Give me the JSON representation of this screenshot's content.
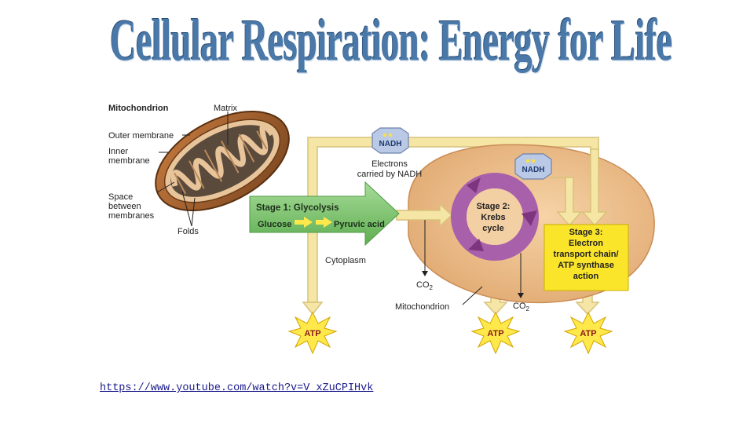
{
  "title": "Cellular Respiration: Energy for Life",
  "mito": {
    "header": "Mitochondrion",
    "matrix": "Matrix",
    "outer": "Outer membrane",
    "inner_1": "Inner",
    "inner_2": "membrane",
    "space_1": "Space",
    "space_2": "between",
    "space_3": "membranes",
    "folds": "Folds"
  },
  "nadh": "NADH",
  "electrons_1": "Electrons",
  "electrons_2": "carried by NADH",
  "stage1": {
    "title": "Stage 1: Glycolysis",
    "input": "Glucose",
    "output": "Pyruvic acid"
  },
  "cytoplasm": "Cytoplasm",
  "stage2": {
    "l1": "Stage 2:",
    "l2": "Krebs",
    "l3": "cycle"
  },
  "stage3": {
    "l1": "Stage 3:",
    "l2": "Electron",
    "l3": "transport chain/",
    "l4": "ATP synthase",
    "l5": "action"
  },
  "co2": "CO",
  "co2_sub": "2",
  "mitochondrion_label": "Mitochondrion",
  "atp": "ATP",
  "colors": {
    "title": "#4a78a8",
    "arrow": "#f5e6a6",
    "arrow_edge": "#d8c27a",
    "mito": "#e8b887",
    "stage1": "#79c26e",
    "krebs": "#9b4f9e",
    "stage3": "#fbe52b",
    "atp": "#ffe94a"
  },
  "link": "https://www.youtube.com/watch?v=V_xZuCPIHvk"
}
